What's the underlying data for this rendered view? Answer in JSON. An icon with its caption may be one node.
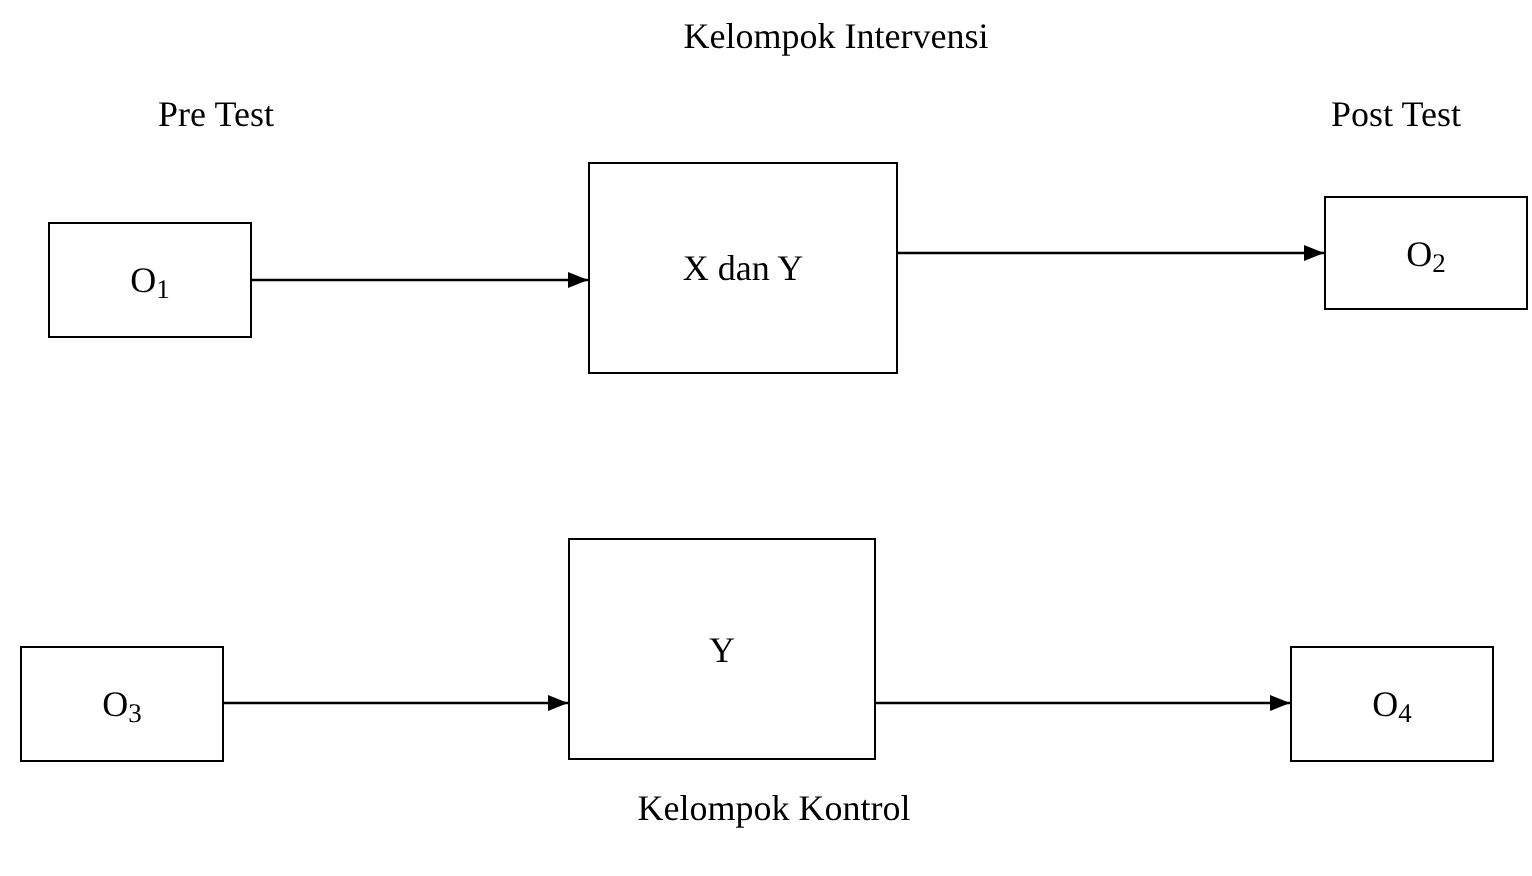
{
  "diagram": {
    "nodes": [
      {
        "text": [
          "O$_{1}$"
        ]
      },
      {
        "text": [
          "X dan Y"
        ]
      },
      {
        "text": [
          "O$_{2}$"
        ]
      },
      {
        "text": [
          "O$_{3}$"
        ]
      },
      {
        "text": [
          "Y"
        ]
      },
      {
        "text": [
          "O$_{4}$"
        ]
      }
    ],
    "edges": [
      {
        "from": 0,
        "to": 1,
        "arrow": "to"
      },
      {
        "from": 1,
        "to": 2,
        "arrow": "to"
      },
      {
        "from": 3,
        "to": 4,
        "arrow": "to"
      },
      {
        "from": 4,
        "to": 5,
        "arrow": "to"
      }
    ],
    "labels": [
      "Kelompok Intervensi",
      "Pre Test",
      "Post Test",
      "Kelompok Kontrol"
    ]
  }
}
